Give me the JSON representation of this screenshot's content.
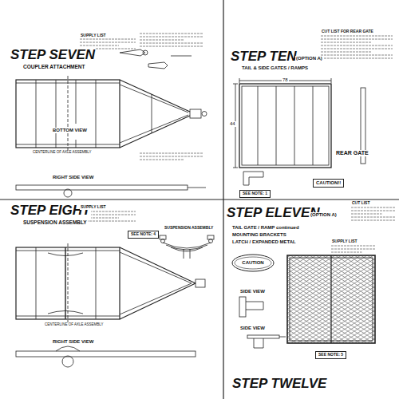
{
  "diagram": {
    "nodes": [
      {
        "text": [
          "SEE NOTE: 1"
        ]
      },
      {
        "text": [
          "CAUTION!!"
        ]
      },
      {
        "text": [
          "SEE NOTE: 4"
        ]
      },
      {
        "text": [
          "CAUTION"
        ]
      },
      {
        "text": [
          "SEE NOTE: 5"
        ]
      }
    ],
    "labels": [
      "STEP SEVEN",
      "COUPLER ATTACHMENT",
      "SUPPLY LIST",
      "BOTTOM VIEW",
      "CENTERLINE OF AXLE ASSEMBLY",
      "RIGHT SIDE VIEW",
      "STEP TEN",
      "(OPTION A)",
      "TAIL & SIDE GATES / RAMPS",
      "CUT LIST FOR REAR GATE",
      "78",
      "44",
      "REAR GATE",
      "STEP EIGHT",
      "SUSPENSION ASSEMBLY",
      "SUPPLY LIST",
      "SUSPENSION ASSEMBLY",
      "CENTERLINE OF AXLE ASSEMBLY",
      "RIGHT SIDE VIEW",
      "STEP ELEVEN",
      "(OPTION A)",
      "TAIL GATE / RAMP continued",
      "MOUNTING BRACKETS",
      "LATCH / EXPANDED METAL",
      "CUT LIST",
      "SUPPLY LIST",
      "SIDE VIEW",
      "SIDE VIEW",
      "STEP TWELVE"
    ]
  }
}
